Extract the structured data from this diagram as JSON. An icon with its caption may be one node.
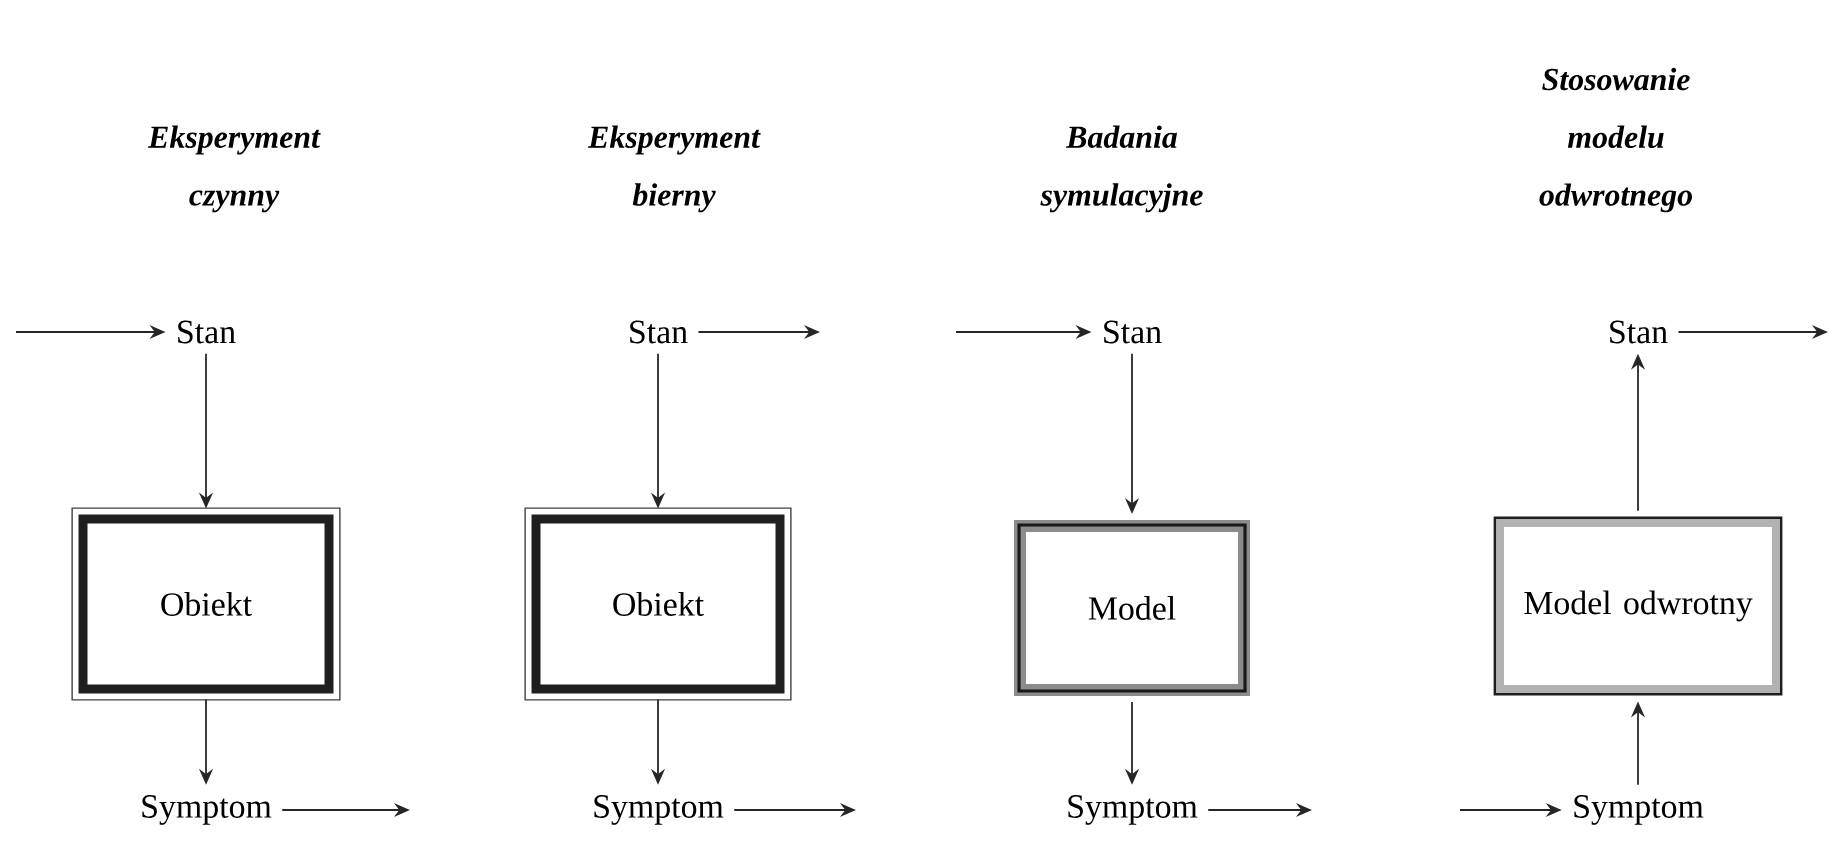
{
  "diagram": {
    "nodes": [
      {
        "text": [
          "Stan"
        ]
      },
      {
        "text": [
          "Obiekt"
        ]
      },
      {
        "text": [
          "Symptom"
        ]
      },
      {
        "text": [
          "Stan"
        ]
      },
      {
        "text": [
          "Obiekt"
        ]
      },
      {
        "text": [
          "Symptom"
        ]
      },
      {
        "text": [
          "Stan"
        ]
      },
      {
        "text": [
          "Model"
        ]
      },
      {
        "text": [
          "Symptom"
        ]
      },
      {
        "text": [
          "Stan"
        ]
      },
      {
        "text": [
          "Model odwrotny"
        ]
      },
      {
        "text": [
          "Symptom"
        ]
      }
    ],
    "edges": [
      {
        "from": null,
        "to": 0,
        "arrow": "to"
      },
      {
        "from": 0,
        "to": 1,
        "arrow": "to"
      },
      {
        "from": 1,
        "to": 2,
        "arrow": "to"
      },
      {
        "from": 2,
        "to": null,
        "arrow": "to"
      },
      {
        "from": 3,
        "to": 4,
        "arrow": "to"
      },
      {
        "from": 4,
        "to": 5,
        "arrow": "to"
      },
      {
        "from": 3,
        "to": null,
        "arrow": "to"
      },
      {
        "from": 5,
        "to": null,
        "arrow": "to"
      },
      {
        "from": null,
        "to": 6,
        "arrow": "to"
      },
      {
        "from": 6,
        "to": 7,
        "arrow": "to"
      },
      {
        "from": 7,
        "to": 8,
        "arrow": "to"
      },
      {
        "from": 8,
        "to": null,
        "arrow": "to"
      },
      {
        "from": 10,
        "to": 9,
        "arrow": "to"
      },
      {
        "from": 11,
        "to": 10,
        "arrow": "to"
      },
      {
        "from": 9,
        "to": null,
        "arrow": "to"
      },
      {
        "from": null,
        "to": 11,
        "arrow": "to"
      }
    ],
    "labels": [
      "Eksperyment czynny",
      "Eksperyment bierny",
      "Badania symulacyjne",
      "Stosowanie modelu odwrotnego"
    ]
  }
}
